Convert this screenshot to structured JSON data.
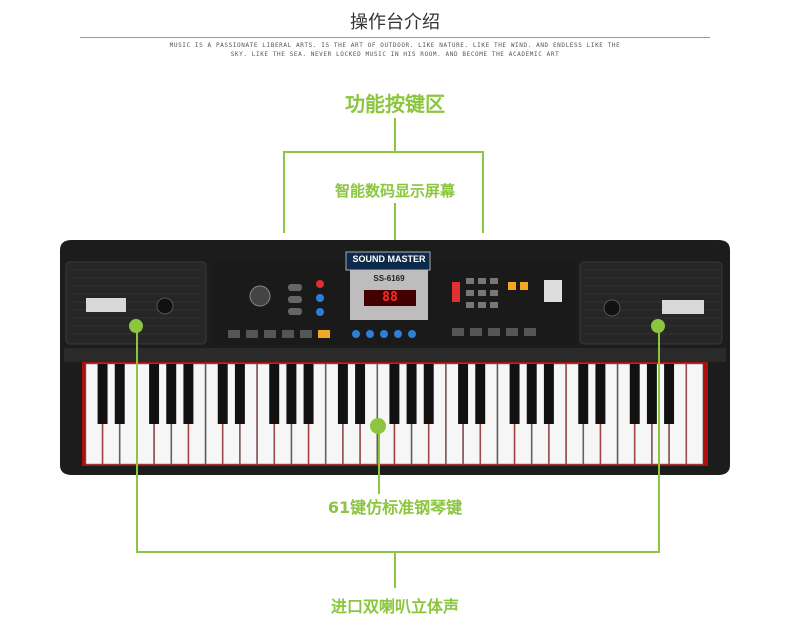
{
  "header": {
    "title": "操作台介绍",
    "tagline_1": "MUSIC IS A PASSIONATE LIBERAL ARTS. IS THE ART OF OUTDOOR. LIKE NATURE. LIKE THE WIND. AND ENDLESS LIKE THE",
    "tagline_2": "SKY. LIKE THE SEA. NEVER LOCKED MUSIC IN HIS ROOM. AND BECOME THE ACADEMIC ART"
  },
  "labels": {
    "function_keys": "功能按键区",
    "digital_display": "智能数码显示屏幕",
    "keys": "61键仿标准钢琴键",
    "speakers": "进口双喇叭立体声"
  },
  "keyboard": {
    "brand": "SOUND MASTER",
    "model": "SS-6169",
    "display_value": "88",
    "white_key_count": 36,
    "colors": {
      "body": "#1c1c1c",
      "accent_green": "#8cc63f",
      "display_red": "#ff2a2a",
      "button_blue": "#2e7fd8",
      "button_red": "#e03030",
      "button_orange": "#f5a623"
    }
  }
}
